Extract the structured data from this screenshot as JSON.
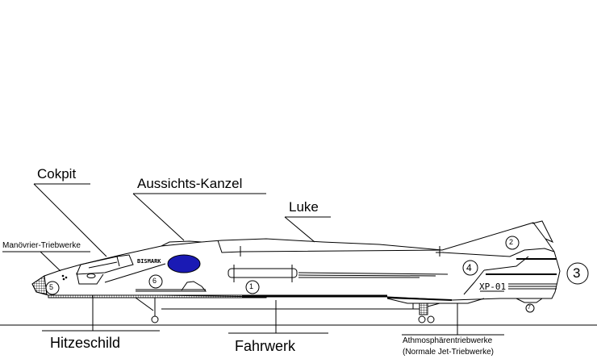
{
  "labels": {
    "cockpit": "Cokpit",
    "observation_canopy": "Aussichts-Kanzel",
    "hatch": "Luke",
    "maneuver_thrusters": "Manövrier-Triebwerke",
    "heat_shield": "Hitzeschild",
    "landing_gear": "Fahrwerk",
    "atmo_engines": "Athmosphärentriebwerke",
    "atmo_engines_note": "(Normale Jet-Triebwerke)"
  },
  "ship": {
    "name": "BISMARK",
    "designation": "XP-01",
    "emblem_color": "#1a1ab4"
  },
  "markers": [
    "1",
    "2",
    "3",
    "4",
    "5",
    "6",
    "7"
  ]
}
